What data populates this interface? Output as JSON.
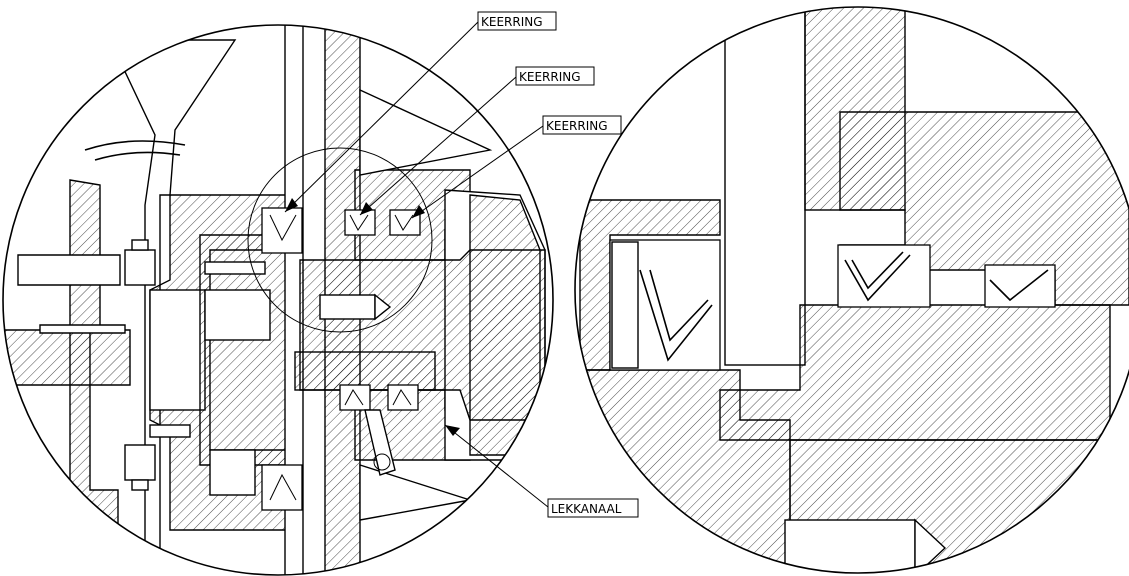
{
  "callouts": [
    {
      "label": "KEERRING"
    },
    {
      "label": "KEERRING"
    },
    {
      "label": "KEERRING"
    },
    {
      "label": "LEKKANAAL"
    }
  ],
  "colors": {
    "line": "#000000",
    "background": "#ffffff",
    "hatch": "#000000"
  }
}
